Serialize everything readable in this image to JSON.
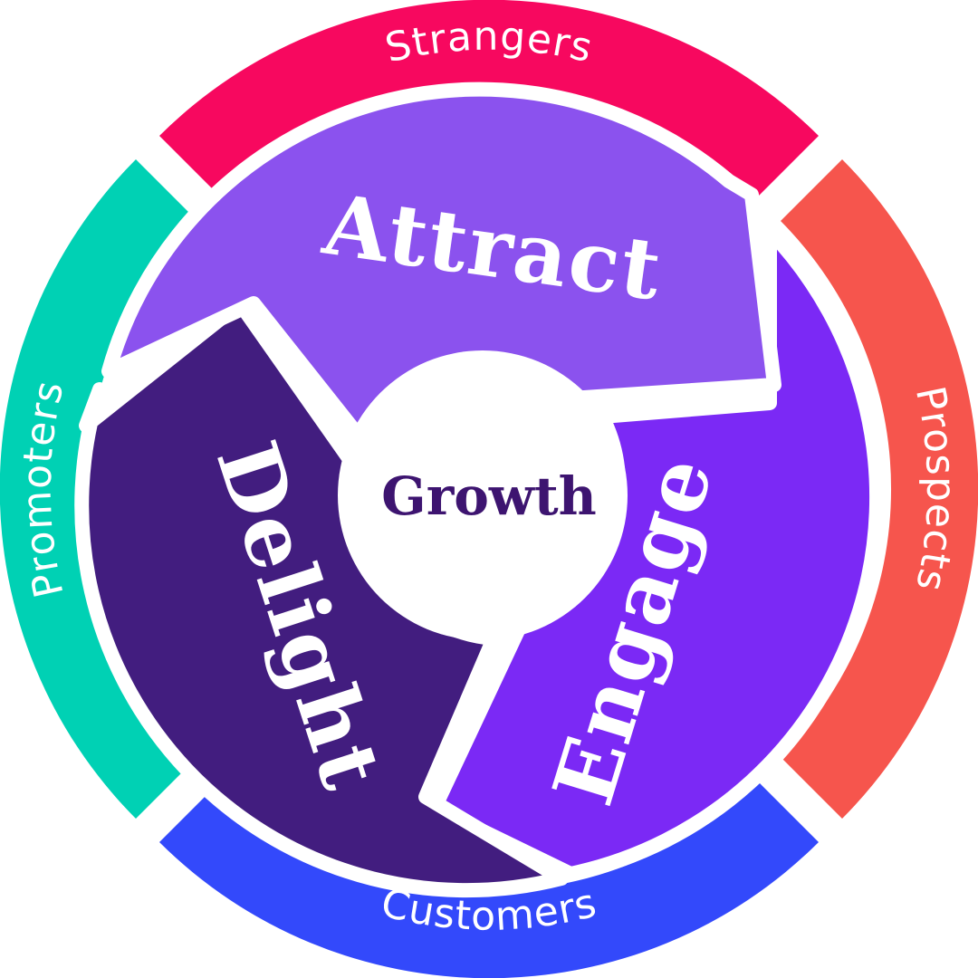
{
  "diagram": {
    "center": {
      "label": "Growth",
      "color": "#3d1470"
    },
    "outer_ring": [
      {
        "id": "strangers",
        "label": "Strangers",
        "color": "#f7085f"
      },
      {
        "id": "prospects",
        "label": "Prospects",
        "color": "#f6554d"
      },
      {
        "id": "customers",
        "label": "Customers",
        "color": "#3349fb"
      },
      {
        "id": "promoters",
        "label": "Promoters",
        "color": "#00d1b4"
      }
    ],
    "stages": [
      {
        "id": "attract",
        "label": "Attract",
        "color": "#8b52ee"
      },
      {
        "id": "engage",
        "label": "Engage",
        "color": "#7b29f5"
      },
      {
        "id": "delight",
        "label": "Delight",
        "color": "#421d7f"
      }
    ]
  }
}
